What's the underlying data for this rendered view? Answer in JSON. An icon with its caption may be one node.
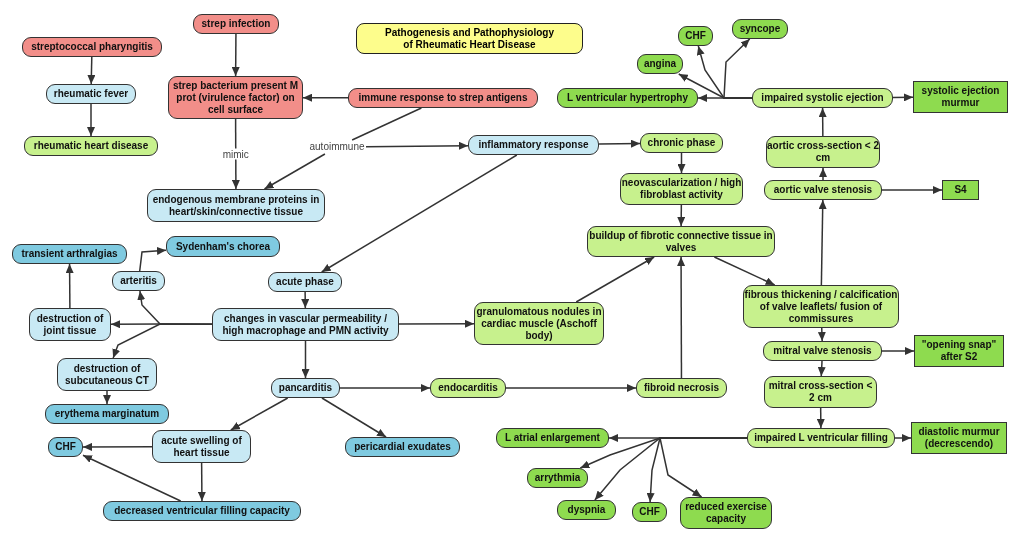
{
  "diagram": {
    "title": "Pathogenesis and Pathophysiology of Rheumatic Heart Disease",
    "nodes": [
      {
        "text": [
          "streptococcal pharyngitis"
        ]
      },
      {
        "text": [
          "rheumatic fever"
        ]
      },
      {
        "text": [
          "rheumatic heart disease"
        ]
      },
      {
        "text": [
          "strep infection"
        ]
      },
      {
        "text": [
          "strep bacterium present M prot (virulence factor) on cell surface"
        ]
      },
      {
        "text": [
          "immune response to strep antigens"
        ]
      },
      {
        "text": [
          "endogenous membrane proteins in heart/skin/connective tissue"
        ]
      },
      {
        "text": [
          "inflammatory response"
        ]
      },
      {
        "text": [
          "chronic phase"
        ]
      },
      {
        "text": [
          "neovascularization / high fibroblast activity"
        ]
      },
      {
        "text": [
          "buildup of fibrotic connective tissue in valves"
        ]
      },
      {
        "text": [
          "angina"
        ]
      },
      {
        "text": [
          "CHF"
        ]
      },
      {
        "text": [
          "syncope"
        ]
      },
      {
        "text": [
          "L ventricular hypertrophy"
        ]
      },
      {
        "text": [
          "impaired systolic ejection"
        ]
      },
      {
        "text": [
          "systolic ejection murmur"
        ]
      },
      {
        "text": [
          "aortic cross-section < 2 cm"
        ]
      },
      {
        "text": [
          "aortic valve stenosis"
        ]
      },
      {
        "text": [
          "S4"
        ]
      },
      {
        "text": [
          "transient arthralgias"
        ]
      },
      {
        "text": [
          "Sydenham's chorea"
        ]
      },
      {
        "text": [
          "arteritis"
        ]
      },
      {
        "text": [
          "acute phase"
        ]
      },
      {
        "text": [
          "destruction of joint tissue"
        ]
      },
      {
        "text": [
          "changes in vascular permeability / high macrophage and PMN activity"
        ]
      },
      {
        "text": [
          "granulomatous nodules in cardiac muscle (Aschoff body)"
        ]
      },
      {
        "text": [
          "fibrous thickening / calcification of valve leaflets/ fusion of commissures"
        ]
      },
      {
        "text": [
          "destruction of subcutaneous CT"
        ]
      },
      {
        "text": [
          "mitral valve stenosis"
        ]
      },
      {
        "text": [
          "\"opening snap\" after S2"
        ]
      },
      {
        "text": [
          "pancarditis"
        ]
      },
      {
        "text": [
          "endocarditis"
        ]
      },
      {
        "text": [
          "fibroid necrosis"
        ]
      },
      {
        "text": [
          "mitral cross-section < 2 cm"
        ]
      },
      {
        "text": [
          "erythema marginatum"
        ]
      },
      {
        "text": [
          "L atrial enlargement"
        ]
      },
      {
        "text": [
          "impaired L ventricular filling"
        ]
      },
      {
        "text": [
          "diastolic murmur (decrescendo)"
        ]
      },
      {
        "text": [
          "CHF"
        ]
      },
      {
        "text": [
          "acute swelling of heart tissue"
        ]
      },
      {
        "text": [
          "pericardial exudates"
        ]
      },
      {
        "text": [
          "arrythmia"
        ]
      },
      {
        "text": [
          "dyspnia"
        ]
      },
      {
        "text": [
          "CHF"
        ]
      },
      {
        "text": [
          "reduced exercise capacity"
        ]
      },
      {
        "text": [
          "decreased ventricular filling capacity"
        ]
      },
      {
        "text": [
          "autoimmune"
        ]
      }
    ],
    "edges": [
      {
        "from": 0,
        "to": 1,
        "arrow": "to"
      },
      {
        "from": 1,
        "to": 2,
        "arrow": "to"
      },
      {
        "from": 3,
        "to": 4,
        "arrow": "to"
      },
      {
        "from": 5,
        "to": 4,
        "arrow": "to"
      },
      {
        "from": 4,
        "to": 6,
        "arrow": "to",
        "label": "mimic"
      },
      {
        "from": 5,
        "to": 47,
        "arrow": "none"
      },
      {
        "from": 47,
        "to": 6,
        "arrow": "to"
      },
      {
        "from": 47,
        "to": 7,
        "arrow": "to"
      },
      {
        "from": 7,
        "to": 8,
        "arrow": "to"
      },
      {
        "from": 7,
        "to": 23,
        "arrow": "to"
      },
      {
        "from": 8,
        "to": 9,
        "arrow": "to"
      },
      {
        "from": 9,
        "to": 10,
        "arrow": "to"
      },
      {
        "from": 10,
        "to": 27,
        "arrow": "to"
      },
      {
        "from": 27,
        "to": 18,
        "arrow": "to"
      },
      {
        "from": 18,
        "to": 17,
        "arrow": "to"
      },
      {
        "from": 17,
        "to": 15,
        "arrow": "to"
      },
      {
        "from": 18,
        "to": 19,
        "arrow": "to"
      },
      {
        "from": 15,
        "to": 16,
        "arrow": "to"
      },
      {
        "from": 15,
        "to": 14,
        "arrow": "to"
      },
      {
        "from": 15,
        "to": 11,
        "arrow": "to"
      },
      {
        "from": 15,
        "to": 12,
        "arrow": "to"
      },
      {
        "from": 15,
        "to": 13,
        "arrow": "to"
      },
      {
        "from": 27,
        "to": 29,
        "arrow": "to"
      },
      {
        "from": 29,
        "to": 30,
        "arrow": "to"
      },
      {
        "from": 29,
        "to": 34,
        "arrow": "to"
      },
      {
        "from": 34,
        "to": 37,
        "arrow": "to"
      },
      {
        "from": 37,
        "to": 38,
        "arrow": "to"
      },
      {
        "from": 37,
        "to": 36,
        "arrow": "to"
      },
      {
        "from": 37,
        "to": 42,
        "arrow": "to"
      },
      {
        "from": 37,
        "to": 43,
        "arrow": "to"
      },
      {
        "from": 37,
        "to": 44,
        "arrow": "to"
      },
      {
        "from": 37,
        "to": 45,
        "arrow": "to"
      },
      {
        "from": 23,
        "to": 25,
        "arrow": "to"
      },
      {
        "from": 25,
        "to": 24,
        "arrow": "to"
      },
      {
        "from": 25,
        "to": 22,
        "arrow": "to"
      },
      {
        "from": 25,
        "to": 28,
        "arrow": "to"
      },
      {
        "from": 22,
        "to": 21,
        "arrow": "to"
      },
      {
        "from": 24,
        "to": 20,
        "arrow": "to"
      },
      {
        "from": 28,
        "to": 35,
        "arrow": "to"
      },
      {
        "from": 25,
        "to": 26,
        "arrow": "to"
      },
      {
        "from": 26,
        "to": 10,
        "arrow": "to"
      },
      {
        "from": 25,
        "to": 31,
        "arrow": "to"
      },
      {
        "from": 31,
        "to": 32,
        "arrow": "to"
      },
      {
        "from": 32,
        "to": 33,
        "arrow": "to"
      },
      {
        "from": 33,
        "to": 10,
        "arrow": "to"
      },
      {
        "from": 31,
        "to": 40,
        "arrow": "to"
      },
      {
        "from": 31,
        "to": 41,
        "arrow": "to"
      },
      {
        "from": 40,
        "to": 39,
        "arrow": "to"
      },
      {
        "from": 40,
        "to": 46,
        "arrow": "to"
      },
      {
        "from": 46,
        "to": 39,
        "arrow": "to"
      }
    ]
  }
}
